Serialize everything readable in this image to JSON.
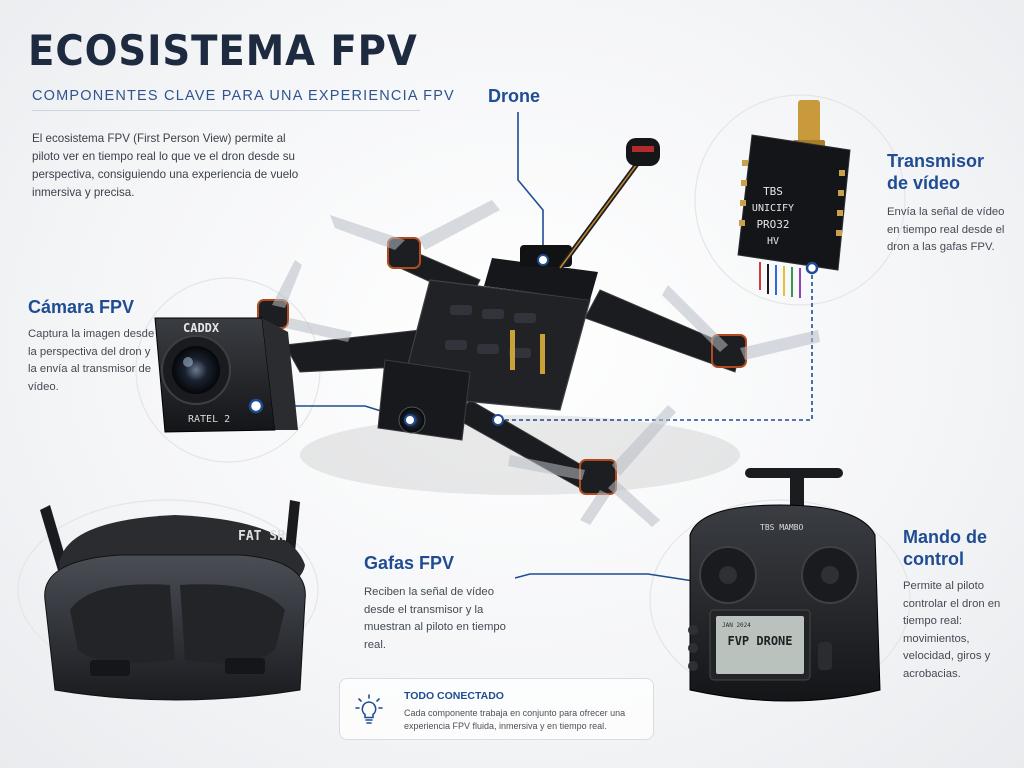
{
  "header": {
    "title": "ECOSISTEMA FPV",
    "subtitle": "COMPONENTES CLAVE PARA UNA EXPERIENCIA FPV",
    "intro": "El ecosistema FPV (First Person View) permite al piloto ver en tiempo real lo que ve el dron desde su perspectiva, consiguiendo una experiencia de vuelo inmersiva y precisa."
  },
  "labels": {
    "drone": {
      "title": "Drone"
    },
    "camera": {
      "title": "Cámara FPV",
      "desc": "Captura la imagen desde la perspectiva del dron y la envía al transmisor de vídeo."
    },
    "vtx": {
      "title": "Transmisor de vídeo",
      "desc": "Envía la señal de vídeo en tiempo real desde el dron a las gafas FPV."
    },
    "goggles": {
      "title": "Gafas FPV",
      "desc": "Reciben la señal de vídeo desde el transmisor y la muestran al piloto en tiempo real."
    },
    "radio": {
      "title": "Mando de control",
      "desc": "Permite al piloto controlar el dron en tiempo real: movimientos, velocidad, giros y acrobacias."
    }
  },
  "footer_box": {
    "icon": "lightbulb-icon",
    "title": "TODO CONECTADO",
    "desc": "Cada componente trabaja en conjunto para ofrecer una experiencia FPV fluida, inmersiva y en tiempo real."
  },
  "device_text": {
    "camera_brand": "CADDX",
    "camera_model": "RATEL 2",
    "vtx_line1": "TBS",
    "vtx_line2": "UNICIFY",
    "vtx_line3": "PRO32",
    "vtx_line4": "HV",
    "goggles_brand": "FAT SH",
    "radio_brand": "TBS MAMBO",
    "radio_screen": "FVP DRONE",
    "radio_screen_small": "JAN 2024"
  },
  "colors": {
    "accent_blue": "#1f4c93",
    "title_navy": "#1d2a3f",
    "connector": "#1f4c93"
  }
}
